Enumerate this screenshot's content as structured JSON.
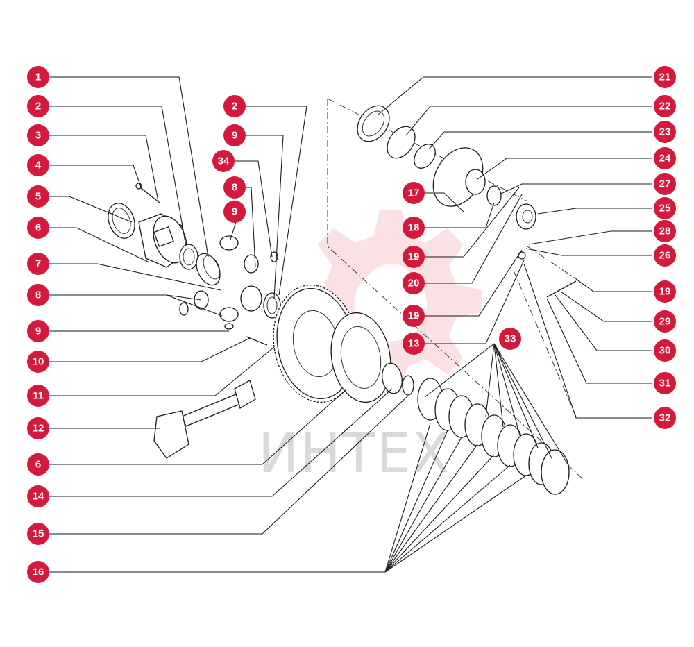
{
  "watermark": {
    "text": "ИНТЕХ",
    "color": "#f7c9cf",
    "text_color": "#d9d9d9"
  },
  "callout_color": "#d4193c",
  "callouts": [
    {
      "label": "1"
    },
    {
      "label": "2"
    },
    {
      "label": "3"
    },
    {
      "label": "4"
    },
    {
      "label": "5"
    },
    {
      "label": "6"
    },
    {
      "label": "7"
    },
    {
      "label": "8"
    },
    {
      "label": "9"
    },
    {
      "label": "10"
    },
    {
      "label": "11"
    },
    {
      "label": "12"
    },
    {
      "label": "6"
    },
    {
      "label": "14"
    },
    {
      "label": "15"
    },
    {
      "label": "16"
    },
    {
      "label": "2"
    },
    {
      "label": "9"
    },
    {
      "label": "34"
    },
    {
      "label": "8"
    },
    {
      "label": "9"
    },
    {
      "label": "17"
    },
    {
      "label": "18"
    },
    {
      "label": "19"
    },
    {
      "label": "20"
    },
    {
      "label": "19"
    },
    {
      "label": "13"
    },
    {
      "label": "33"
    },
    {
      "label": "21"
    },
    {
      "label": "22"
    },
    {
      "label": "23"
    },
    {
      "label": "24"
    },
    {
      "label": "27"
    },
    {
      "label": "25"
    },
    {
      "label": "28"
    },
    {
      "label": "26"
    },
    {
      "label": "19"
    },
    {
      "label": "29"
    },
    {
      "label": "30"
    },
    {
      "label": "31"
    },
    {
      "label": "32"
    }
  ]
}
